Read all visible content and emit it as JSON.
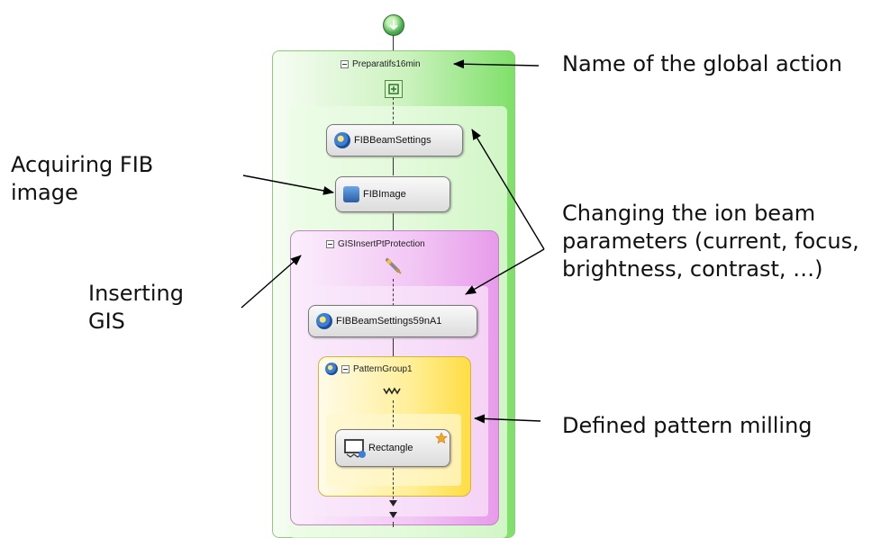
{
  "workflow": {
    "global_action": "Preparatifs16min",
    "steps": {
      "beam_settings": "FIBBeamSettings",
      "image": "FIBImage",
      "gis_group": "GISInsertPtProtection",
      "beam_settings_2": "FIBBeamSettings59nA1",
      "pattern_group": "PatternGroup1",
      "rectangle": "Rectangle"
    }
  },
  "annotations": {
    "global_action": "Name of the global action",
    "acquiring": [
      "Acquiring FIB",
      "image"
    ],
    "changing": [
      "Changing the ion beam",
      "parameters (current, focus,",
      "brightness, contrast, …)"
    ],
    "inserting": [
      "Inserting",
      "GIS"
    ],
    "pattern": "Defined pattern milling"
  },
  "colors": {
    "global_group": "#7fe06a",
    "gis_group": "#e79bea",
    "pattern_group": "#ffdd44",
    "start_node": "#4caf50"
  },
  "icons": {
    "start": "start-arrow-icon",
    "group": "group-icon",
    "gear": "gear-icon",
    "image": "image-icon",
    "gis": "syringe-icon",
    "wave": "wave-pattern-icon",
    "rectangle": "rectangle-icon",
    "star": "star-icon"
  }
}
